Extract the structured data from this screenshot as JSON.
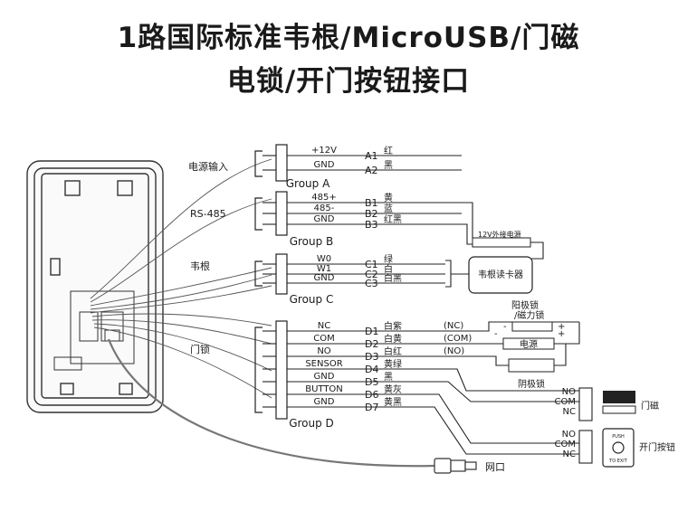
{
  "title": {
    "line1": "1路国际标准韦根/MicroUSB/门磁",
    "line2": "电锁/开门按钮接口"
  },
  "sections": {
    "power": "电源输入",
    "rs485": "RS-485",
    "wiegand": "韦根",
    "lock": "门锁"
  },
  "groups": {
    "a": "Group A",
    "b": "Group B",
    "c": "Group C",
    "d": "Group D"
  },
  "group_a": [
    {
      "pin": "+12V",
      "code": "A1",
      "color": "红"
    },
    {
      "pin": "GND",
      "code": "A2",
      "color": "黑"
    }
  ],
  "group_b": [
    {
      "pin": "485+",
      "code": "B1",
      "color": "黄"
    },
    {
      "pin": "485-",
      "code": "B2",
      "color": "蓝"
    },
    {
      "pin": "GND",
      "code": "B3",
      "color": "红黑"
    }
  ],
  "group_c": [
    {
      "pin": "W0",
      "code": "C1",
      "color": "绿"
    },
    {
      "pin": "W1",
      "code": "C2",
      "color": "白"
    },
    {
      "pin": "GND",
      "code": "C3",
      "color": "白黑"
    }
  ],
  "group_d": [
    {
      "pin": "NC",
      "code": "D1",
      "color": "白紫",
      "note": "(NC)"
    },
    {
      "pin": "COM",
      "code": "D2",
      "color": "白黄",
      "note": "(COM)"
    },
    {
      "pin": "NO",
      "code": "D3",
      "color": "白红",
      "note": "(NO)"
    },
    {
      "pin": "SENSOR",
      "code": "D4",
      "color": "黄绿",
      "note": ""
    },
    {
      "pin": "GND",
      "code": "D5",
      "color": "黑",
      "note": ""
    },
    {
      "pin": "BUTTON",
      "code": "D6",
      "color": "黄灰",
      "note": ""
    },
    {
      "pin": "GND",
      "code": "D7",
      "color": "黄黑",
      "note": ""
    }
  ],
  "devices": {
    "ext_power": "12V外接电源",
    "reader": "韦根读卡器",
    "lock_title1": "阳极锁",
    "lock_title2": "/磁力锁",
    "psu": "电源",
    "lock_bottom": "阴极锁",
    "plus": "+",
    "minus": "-",
    "door_sensor": "门磁",
    "exit_button": "开门按钮",
    "network": "网口",
    "btn_top_text": "PUSH",
    "btn_bottom_text": "TO EXIT"
  },
  "terminals": {
    "sensor": [
      "NO",
      "COM",
      "NC"
    ],
    "button": [
      "NO",
      "COM",
      "NC"
    ]
  }
}
